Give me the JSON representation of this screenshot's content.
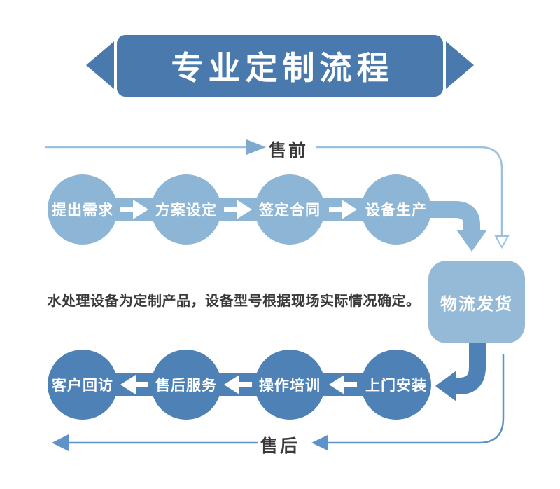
{
  "banner": {
    "title": "专业定制流程"
  },
  "phases": {
    "presale": "售前",
    "aftersale": "售后"
  },
  "top_row": {
    "steps": [
      {
        "label": "提出需求"
      },
      {
        "label": "方案设定"
      },
      {
        "label": "签定合同"
      },
      {
        "label": "设备生产"
      }
    ]
  },
  "logistics": {
    "label": "物流发货"
  },
  "note": {
    "text": "水处理设备为定制产品，设备型号根据现场实际情况确定。"
  },
  "bottom_row": {
    "steps": [
      {
        "label": "上门安装"
      },
      {
        "label": "操作培训"
      },
      {
        "label": "售后服务"
      },
      {
        "label": "客户回访"
      }
    ]
  },
  "colors": {
    "banner_blue": "#4a7aad",
    "light_blue": "#8db5d5",
    "dark_blue": "#4e82b6",
    "box_blue": "#94bad8",
    "line_light": "#9cc0de",
    "arrow_light": "#7fa9cf",
    "line_dark": "#5e92ca",
    "text_dark": "#3a3a3a",
    "white": "#ffffff"
  }
}
